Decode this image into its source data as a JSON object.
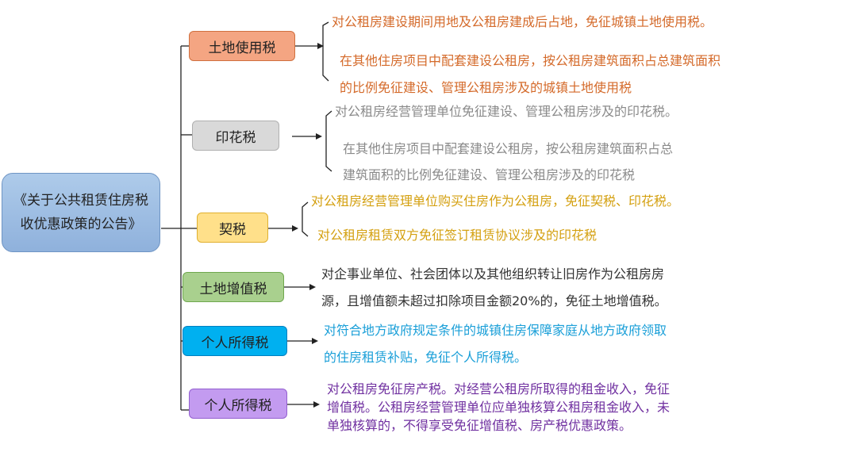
{
  "root": {
    "label": "《关于公共租赁住房税收优惠政策的公告》"
  },
  "categories": [
    {
      "label": "土地使用税",
      "color": "#f4a582",
      "border": "#d0703f",
      "text_color": "#d46a2a",
      "texts": [
        "对公租房建设期间用地及公租房建成后占地，免征城镇土地使用税。",
        "在其他住房项目中配套建设公租房，按公租房建筑面积占总建筑面积",
        "的比例免征建设、管理公租房涉及的城镇土地使用税"
      ]
    },
    {
      "label": "印花税",
      "color": "#d9d9d9",
      "border": "#b0b0b0",
      "text_color": "#8a8a8a",
      "texts": [
        "对公租房经营管理单位免征建设、管理公租房涉及的印花税。",
        "在其他住房项目中配套建设公租房，按公租房建筑面积占总",
        "建筑面积的比例免征建设、管理公租房涉及的印花税"
      ]
    },
    {
      "label": "契税",
      "color": "#ffe08a",
      "border": "#e0b030",
      "text_color": "#d4a010",
      "texts": [
        "对公租房经营管理单位购买住房作为公租房，免征契税、印花税。",
        "对公租房租赁双方免征签订租赁协议涉及的印花税"
      ]
    },
    {
      "label": "土地增值税",
      "color": "#a9d08e",
      "border": "#6fa84e",
      "text_color": "#333333",
      "texts": [
        "对企事业单位、社会团体以及其他组织转让旧房作为公租房房",
        "源，且增值额未超过扣除项目金额20%的，免征土地增值税。"
      ]
    },
    {
      "label": "个人所得税",
      "color": "#00b0f0",
      "border": "#0080c0",
      "text_color": "#1a9fd8",
      "texts": [
        "对符合地方政府规定条件的城镇住房保障家庭从地方政府领取",
        "的住房租赁补贴，免征个人所得税。"
      ]
    },
    {
      "label": "个人所得税",
      "color": "#c39bf0",
      "border": "#9460d0",
      "text_color": "#7030a0",
      "texts": [
        "对公租房免征房产税。对经营公租房所取得的租金收入，免征",
        "增值税。公租房经营管理单位应单独核算公租房租金收入，未",
        "单独核算的，不得享受免征增值税、房产税优惠政策。"
      ]
    }
  ]
}
